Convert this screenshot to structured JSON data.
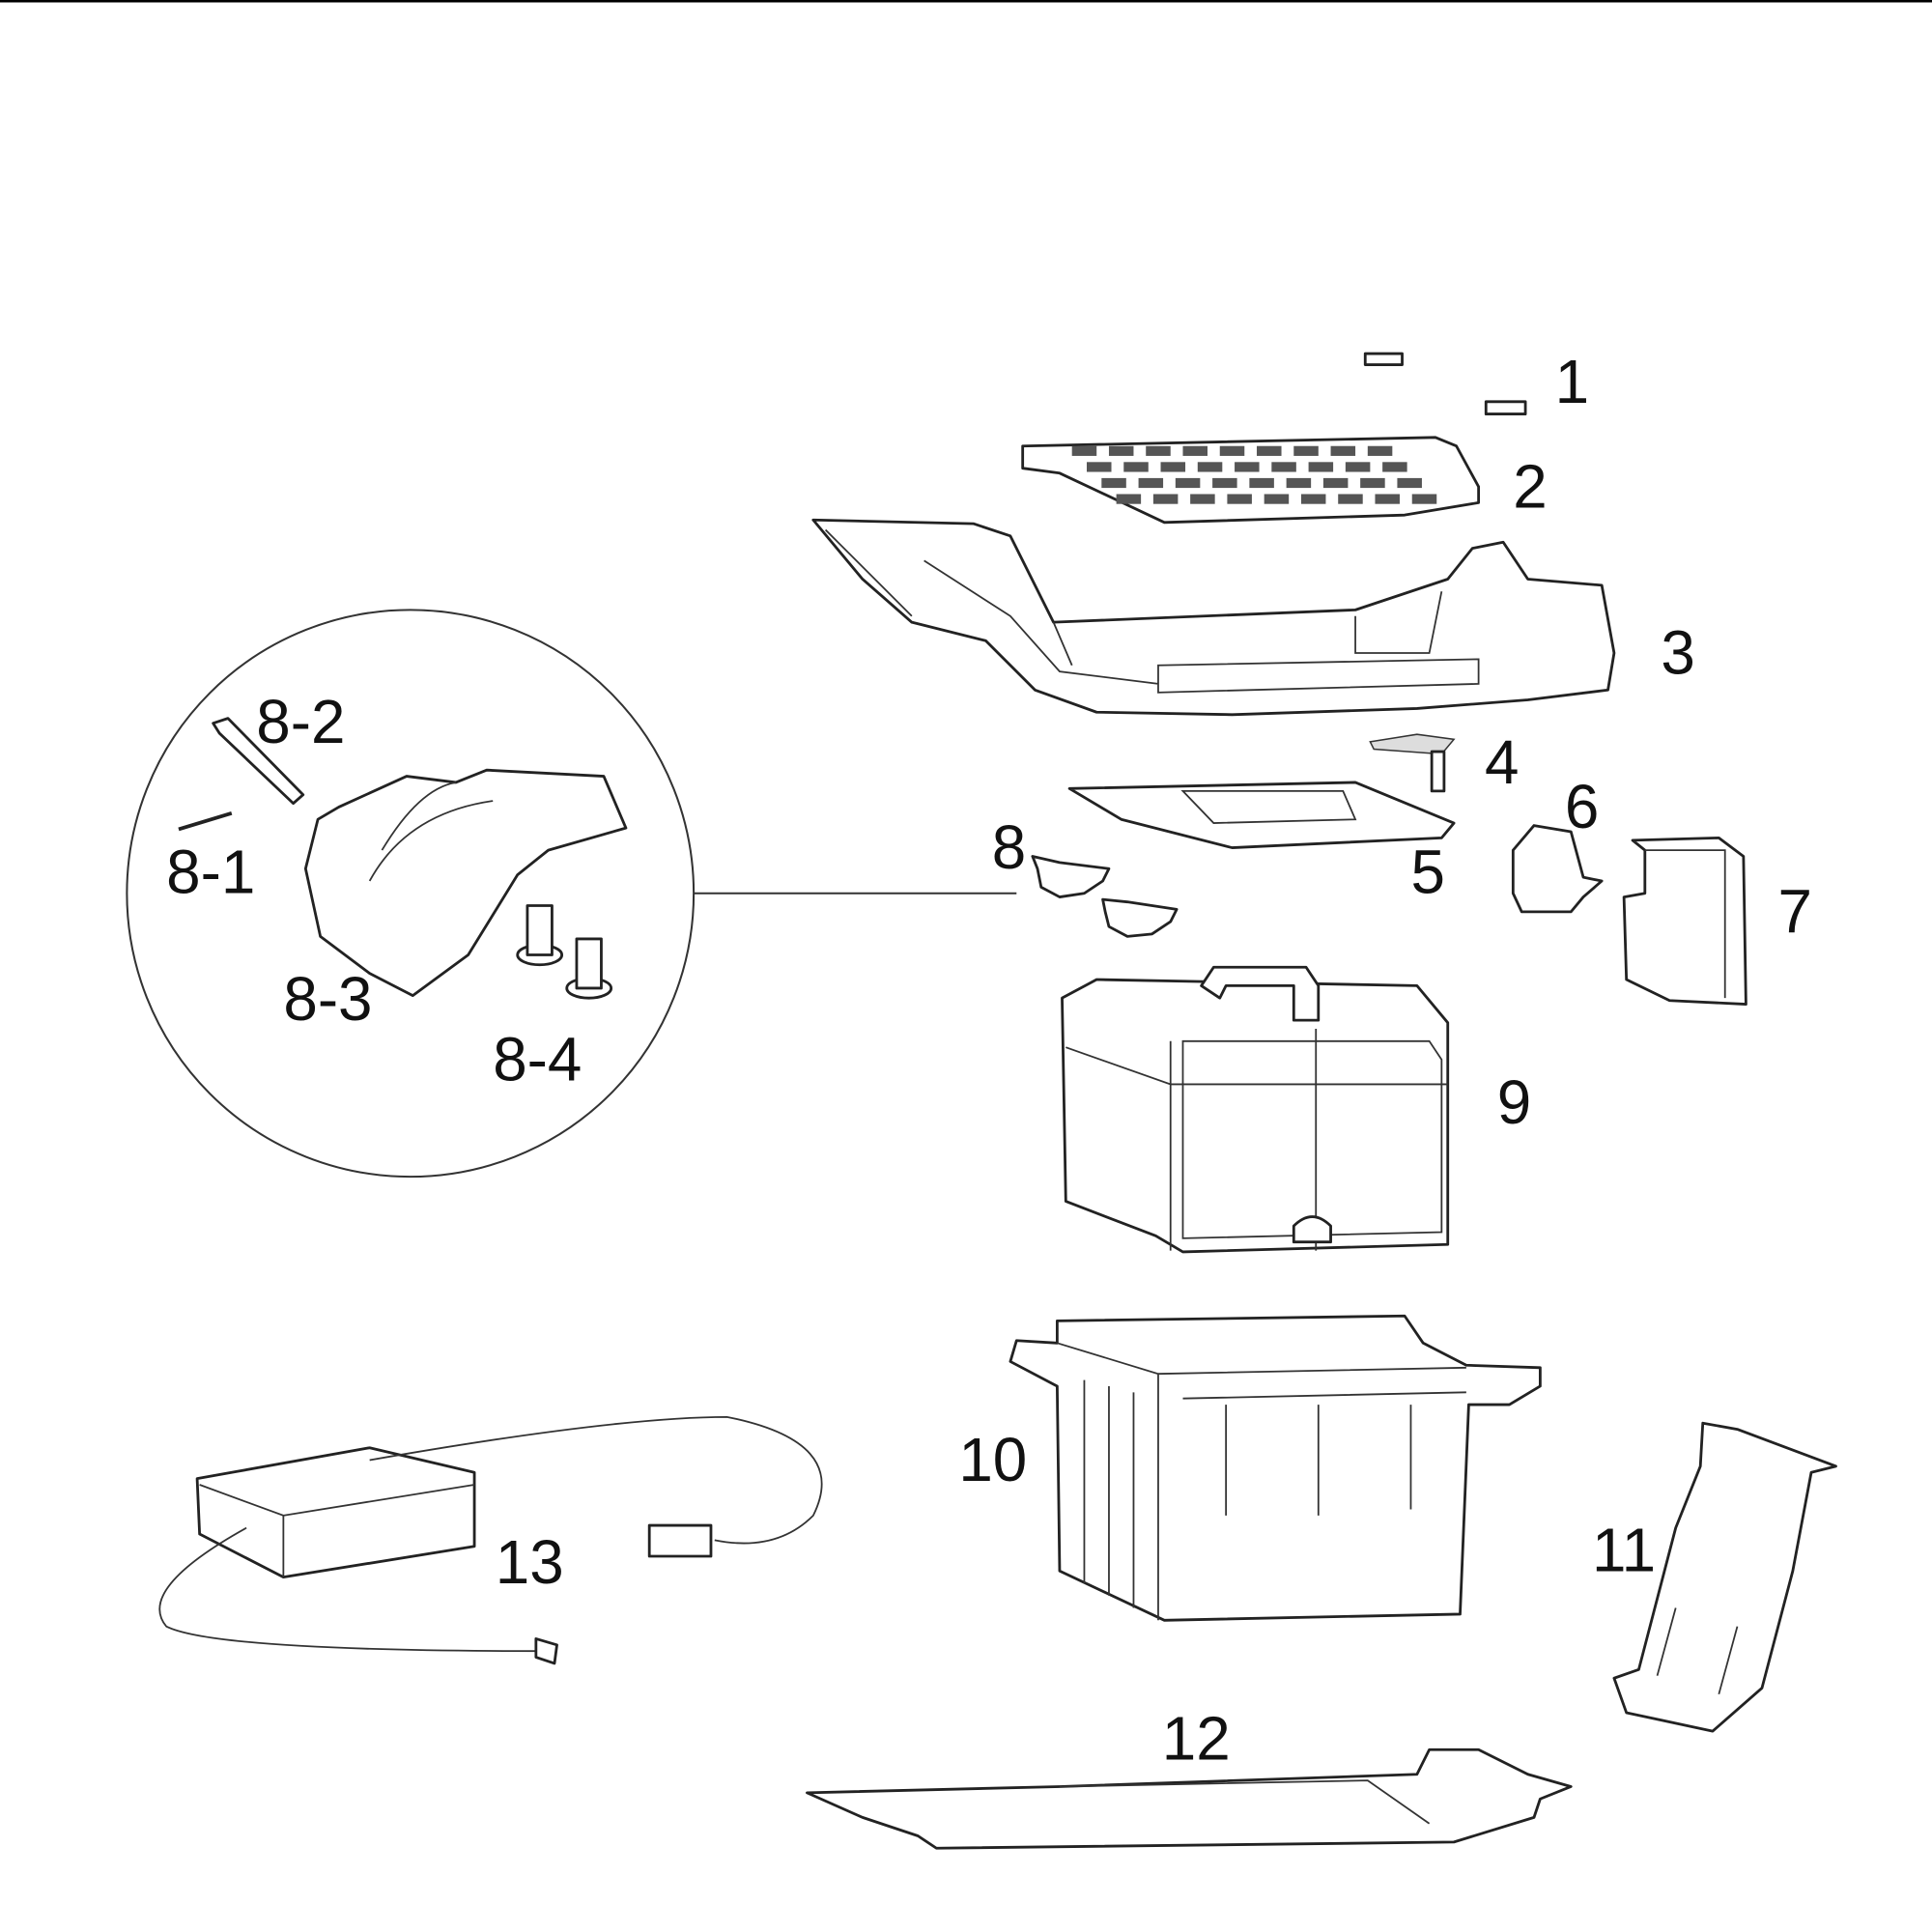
{
  "diagram": {
    "type": "exploded-parts-view",
    "labels": {
      "p1": "1",
      "p2": "2",
      "p3": "3",
      "p4": "4",
      "p5": "5",
      "p6": "6",
      "p7": "7",
      "p8": "8",
      "p8_1": "8-1",
      "p8_2": "8-2",
      "p8_3": "8-3",
      "p8_4": "8-4",
      "p9": "9",
      "p10": "10",
      "p11": "11",
      "p12": "12",
      "p13": "13"
    },
    "colors": {
      "line": "#222222",
      "background": "#ffffff"
    }
  }
}
